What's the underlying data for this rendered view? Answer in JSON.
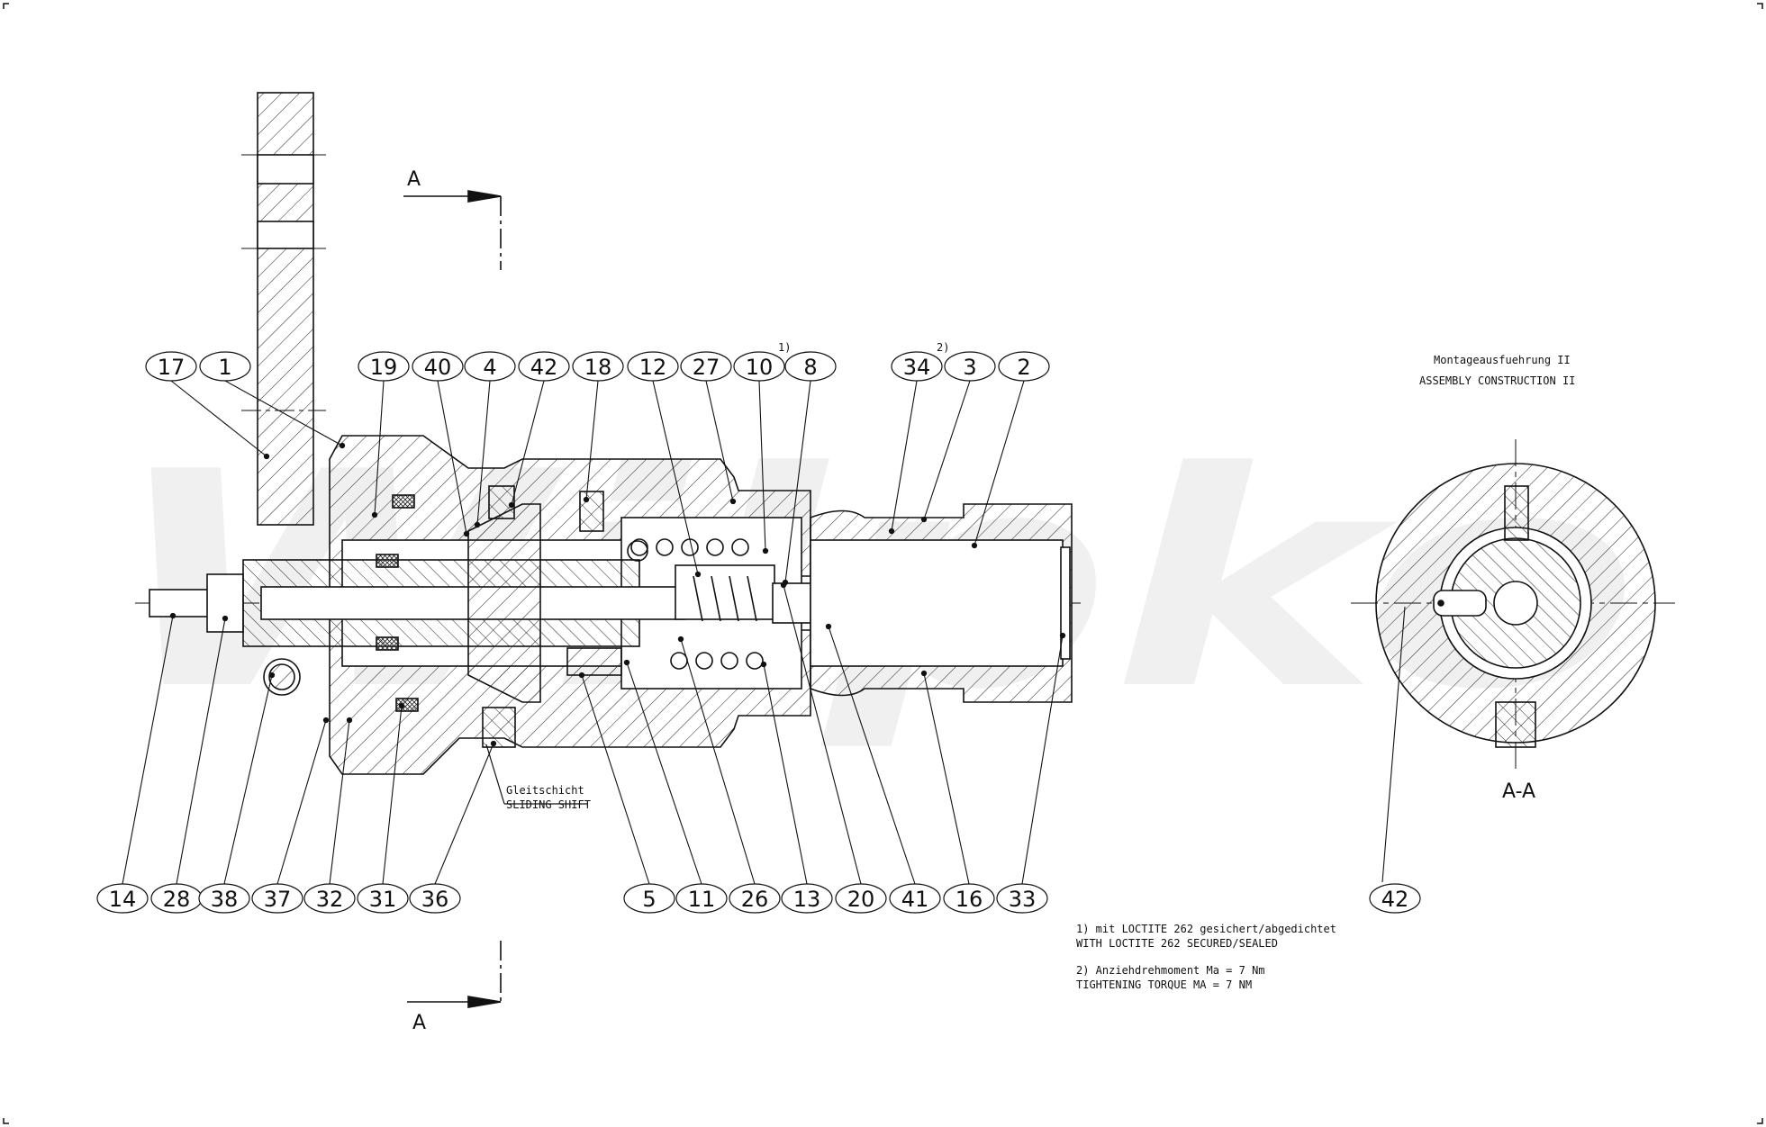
{
  "title": {
    "de": "Montageausfuehrung II",
    "en": "ASSEMBLY CONSTRUCTION II"
  },
  "watermark": "Wilpko",
  "section": {
    "marker": "A",
    "caption": "A-A"
  },
  "footnote_marks": [
    "1)",
    "2)"
  ],
  "sliding_layer": {
    "de": "Gleitschicht",
    "en": "SLIDING SHIFT"
  },
  "notes": {
    "n1_de": "1) mit LOCTITE 262 gesichert/abgedichtet",
    "n1_en": "WITH LOCTITE 262 SECURED/SEALED",
    "n2_de": "2) Anziehdrehmoment Ma = 7 Nm",
    "n2_en": "TIGHTENING TORQUE MA = 7 NM"
  },
  "balloons": {
    "top": [
      "17",
      "1",
      "19",
      "40",
      "4",
      "42",
      "18",
      "12",
      "27",
      "10",
      "8",
      "34",
      "3",
      "2"
    ],
    "bottom": [
      "14",
      "28",
      "38",
      "37",
      "32",
      "31",
      "36",
      "5",
      "11",
      "26",
      "13",
      "20",
      "41",
      "16",
      "33"
    ],
    "section": "42"
  },
  "colors": {
    "line": "#111111",
    "watermark": "#f0f0f0"
  }
}
